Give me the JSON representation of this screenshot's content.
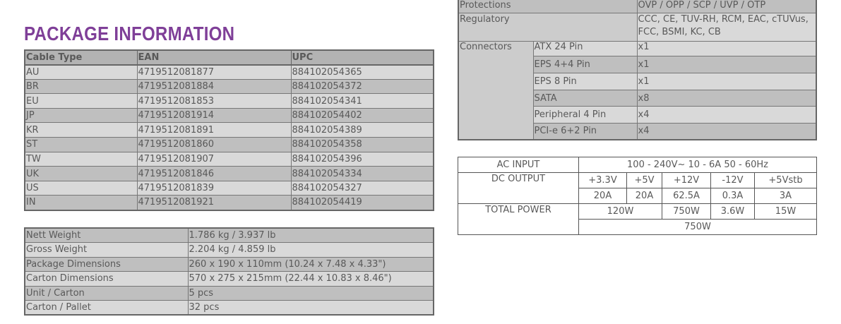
{
  "title": "PACKAGE INFORMATION",
  "package_table": {
    "headers": [
      "Cable Type",
      "EAN",
      "UPC"
    ],
    "rows": [
      [
        "AU",
        "4719512081877",
        "884102054365"
      ],
      [
        "BR",
        "4719512081884",
        "884102054372"
      ],
      [
        "EU",
        "4719512081853",
        "884102054341"
      ],
      [
        "JP",
        "4719512081914",
        "884102054402"
      ],
      [
        "KR",
        "4719512081891",
        "884102054389"
      ],
      [
        "ST",
        "4719512081860",
        "884102054358"
      ],
      [
        "TW",
        "4719512081907",
        "884102054396"
      ],
      [
        "UK",
        "4719512081846",
        "884102054334"
      ],
      [
        "US",
        "4719512081839",
        "884102054327"
      ],
      [
        "IN",
        "4719512081921",
        "884102054419"
      ]
    ]
  },
  "weight_table": {
    "rows": [
      [
        "Nett Weight",
        "1.786 kg / 3.937 lb"
      ],
      [
        "Gross Weight",
        "2.204 kg / 4.859 lb"
      ],
      [
        "Package Dimensions",
        "260 x 190 x 110mm (10.24 x 7.48 x 4.33\")"
      ],
      [
        "Carton Dimensions",
        "570 x 275 x 215mm (22.44 x 10.83 x 8.46\")"
      ],
      [
        "Unit / Carton",
        "5 pcs"
      ],
      [
        "Carton / Pallet",
        "32 pcs"
      ]
    ]
  },
  "spec_table": {
    "protections_label": "Protections",
    "protections_value": "OVP / OPP / SCP / UVP / OTP",
    "regulatory_label": "Regulatory",
    "regulatory_value": "CCC, CE, TUV-RH, RCM, EAC, cTUVus, FCC, BSMI, KC, CB",
    "connectors_label": "Connectors",
    "connectors": [
      [
        "ATX 24 Pin",
        "x1"
      ],
      [
        "EPS 4+4 Pin",
        "x1"
      ],
      [
        "EPS 8 Pin",
        "x1"
      ],
      [
        "SATA",
        "x8"
      ],
      [
        "Peripheral 4 Pin",
        "x4"
      ],
      [
        "PCI-e 6+2 Pin",
        "x4"
      ]
    ]
  },
  "power_table": {
    "ac_input_label": "AC INPUT",
    "ac_input_value": "100 - 240V~ 10 - 6A 50 - 60Hz",
    "dc_output_label": "DC OUTPUT",
    "rails": [
      "+3.3V",
      "+5V",
      "+12V",
      "-12V",
      "+5Vstb"
    ],
    "currents": [
      "20A",
      "20A",
      "62.5A",
      "0.3A",
      "3A"
    ],
    "total_power_label": "TOTAL POWER",
    "combined_3v3_5v": "120W",
    "watts_12v": "750W",
    "watts_neg12v": "3.6W",
    "watts_5vstb": "15W",
    "total": "750W"
  }
}
